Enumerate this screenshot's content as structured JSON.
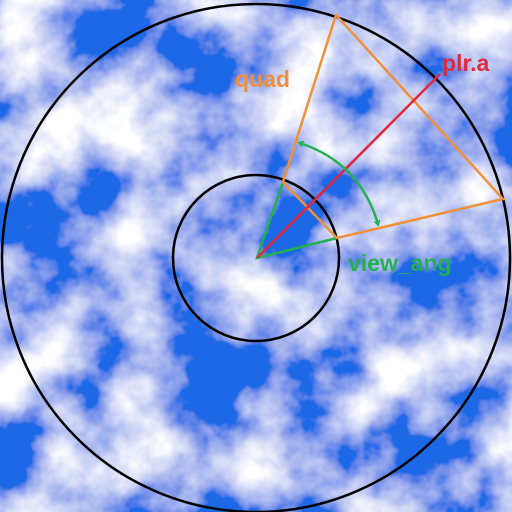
{
  "labels": {
    "quad": "quad",
    "plr_a": "plr.a",
    "view_ang": "view_ang"
  },
  "colors": {
    "sky_blue": "#1a68e6",
    "cloud_white": "#ffffff",
    "circle_stroke": "#000000",
    "quad": "#f0903a",
    "plr_a": "#e0283c",
    "view_ang": "#23b04e"
  }
}
